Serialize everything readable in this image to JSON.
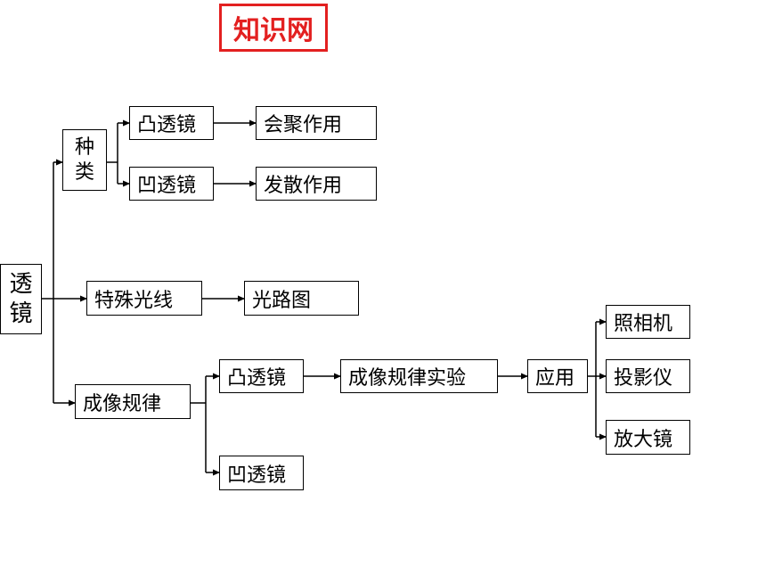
{
  "title": "知识网",
  "root": {
    "line1": "透",
    "line2": "镜"
  },
  "types": {
    "label": {
      "line1": "种",
      "line2": "类"
    },
    "convex": {
      "name": "凸透镜",
      "effect": "会聚作用"
    },
    "concave": {
      "name": "凹透镜",
      "effect": "发散作用"
    }
  },
  "special_rays": {
    "label": "特殊光线",
    "result": "光路图"
  },
  "imaging": {
    "label": "成像规律",
    "convex": "凸透镜",
    "concave": "凹透镜",
    "experiment": "成像规律实验",
    "application": "应用",
    "uses": [
      "照相机",
      "投影仪",
      "放大镜"
    ]
  }
}
